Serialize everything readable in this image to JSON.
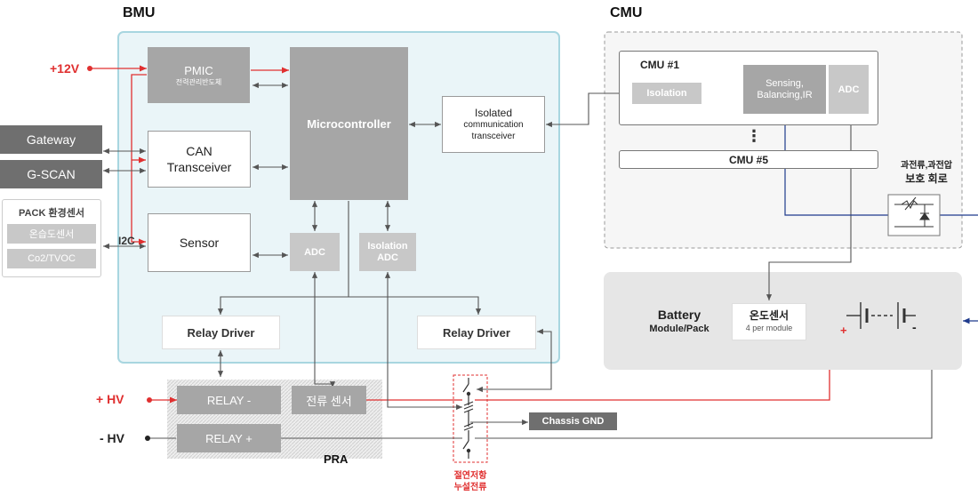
{
  "sections": {
    "bmu": "BMU",
    "cmu": "CMU",
    "pra": "PRA"
  },
  "bmu": {
    "pmic_title": "PMIC",
    "pmic_sub": "전력관리반도체",
    "microcontroller": "Microcontroller",
    "isolated_lines": [
      "Isolated",
      "communication",
      "transceiver"
    ],
    "can_lines": [
      "CAN",
      "Transceiver"
    ],
    "sensor": "Sensor",
    "adc": "ADC",
    "isolation_adc_lines": [
      "Isolation",
      "ADC"
    ],
    "relay_driver_left": "Relay Driver",
    "relay_driver_right": "Relay Driver",
    "i2c": "I2C"
  },
  "left": {
    "supply": "+12V",
    "gateway": "Gateway",
    "gscan": "G-SCAN",
    "pack_sensor_title": "PACK 환경센서",
    "pack_sensor_items": [
      "온습도센서",
      "Co2/TVOC"
    ]
  },
  "cmu": {
    "cmu1": "CMU #1",
    "isolation": "Isolation",
    "sensing_lines": [
      "Sensing,",
      "Balancing,IR"
    ],
    "adc": "ADC",
    "dots": "⋮",
    "cmu5": "CMU #5",
    "protect_lines": [
      "과전류,과전압",
      "보호 회로"
    ]
  },
  "battery": {
    "title": "Battery",
    "sub": "Module/Pack",
    "temp_title": "온도센서",
    "temp_sub": "4 per module",
    "plus": "+",
    "minus": "-"
  },
  "pra": {
    "hv_plus": "+ HV",
    "hv_minus": "- HV",
    "relay_minus": "RELAY -",
    "current_sensor": "전류 센서",
    "relay_plus": "RELAY +"
  },
  "iso_monitor": {
    "lines": [
      "절연저항",
      "누설전류"
    ]
  },
  "chassis": "Chassis GND",
  "colors": {
    "red": "#e03030",
    "navy": "#1f3b8c",
    "bmu_bg": "#eaf5f8",
    "bmu_border": "#a8d6e0",
    "gray": "#a6a6a6"
  }
}
